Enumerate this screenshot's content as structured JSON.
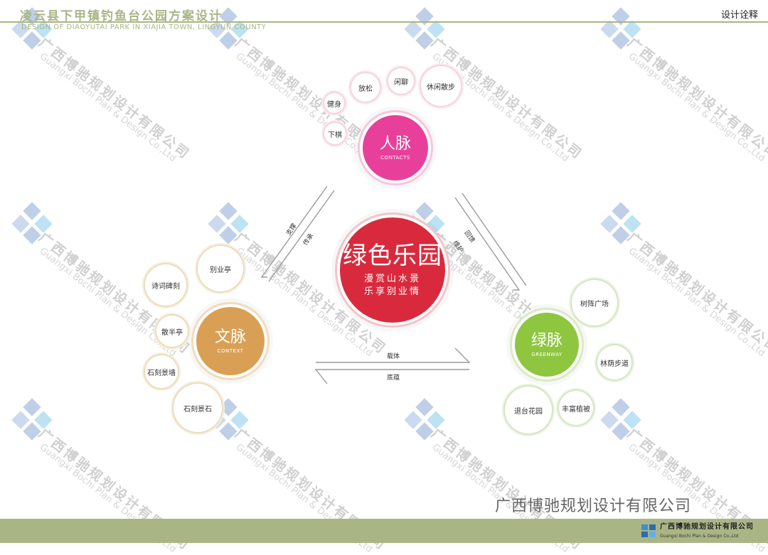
{
  "header": {
    "title": "凌云县下甲镇钓鱼台公园方案设计",
    "subtitle": "DESIGN OF DIAOYUTAI PARK IN XIAJIA TOWN, LINGYUN COUNTY",
    "section": "设计诠释"
  },
  "watermark": {
    "cn": "广西博驰规划设计有限公司",
    "en": "Guangxi Bochi Plan & Design Co.,Ltd"
  },
  "center": {
    "title": "绿色乐园",
    "line1": "漫赏山水景",
    "line2": "乐享别业情"
  },
  "hubs": {
    "contacts": {
      "name": "人脉",
      "en": "CONTACTS",
      "color": "#e8409a",
      "items": [
        "健身",
        "放松",
        "闲聊",
        "休闲散步",
        "下棋"
      ]
    },
    "context": {
      "name": "文脉",
      "en": "CONTEXT",
      "color": "#d9a055",
      "items": [
        "诗词碑刻",
        "别业亭",
        "散半亭",
        "石刻景墙",
        "石刻景石"
      ]
    },
    "greenway": {
      "name": "绿脉",
      "en": "GREENWAY",
      "color": "#8ec63f",
      "items": [
        "树阵广场",
        "林荫步道",
        "丰富植被",
        "退台花园"
      ]
    }
  },
  "center_color": "#d92a3d",
  "arrows": {
    "left_outer": "支撑",
    "left_inner": "传承",
    "right_outer": "回馈",
    "right_inner": "维护",
    "bottom_top": "载体",
    "bottom_bottom": "底蕴"
  },
  "footer": {
    "brand": "广西博驰规划设计有限公司",
    "company": "广西博驰规划设计有限公司",
    "company_en": "Guangxi Bochi Plan & Design Co.,Ltd"
  }
}
